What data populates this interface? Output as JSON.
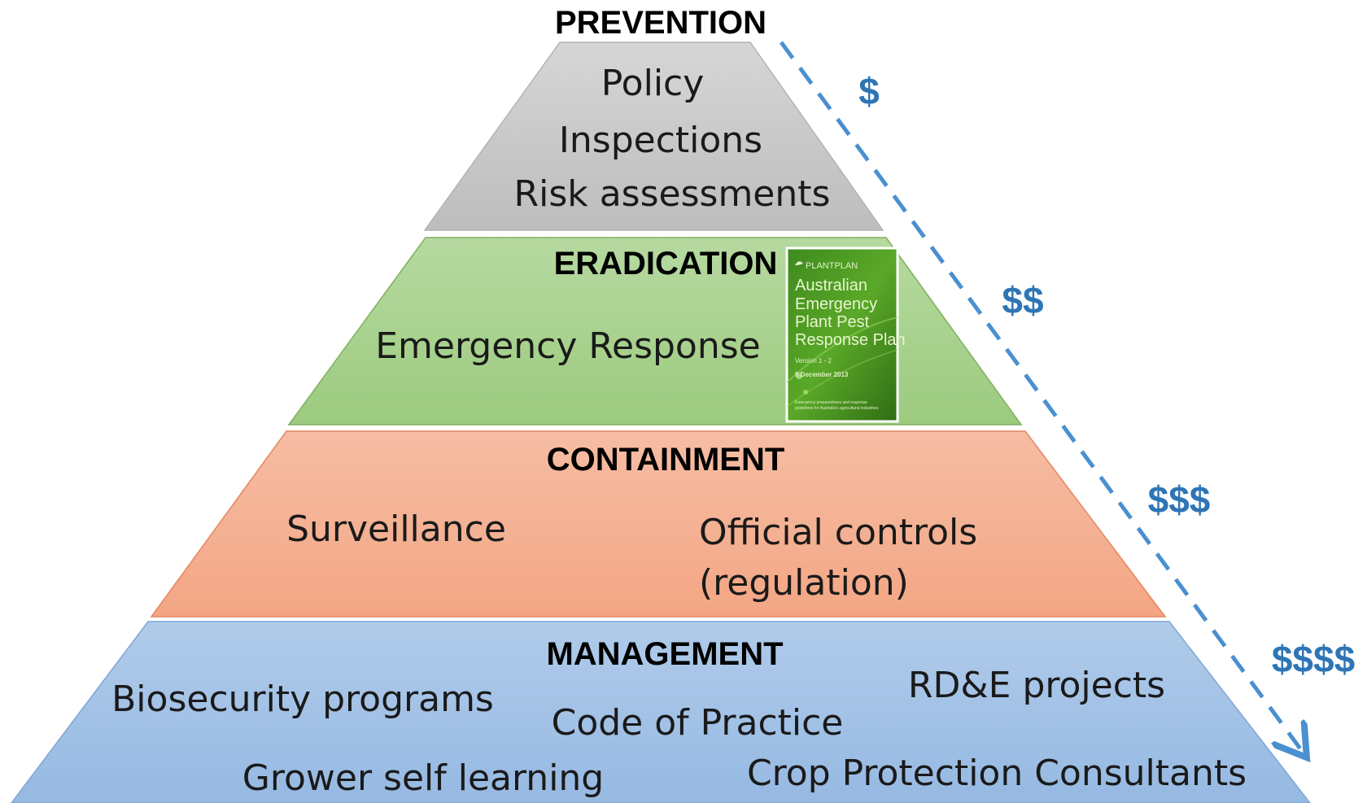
{
  "colors": {
    "prevention_fill": "#c8c8c8",
    "eradication_fill": "#a8d18d",
    "containment_fill": "#f4b296",
    "management_fill": "#a4c2e6",
    "arrow": "#4a90d0",
    "cost_text": "#2e75b6"
  },
  "tiers": {
    "prevention": {
      "heading": "PREVENTION",
      "items": [
        "Policy",
        "Inspections",
        "Risk assessments"
      ]
    },
    "eradication": {
      "heading": "ERADICATION",
      "items": [
        "Emergency Response"
      ],
      "cover": {
        "brand": "PLANTPLAN",
        "title_lines": [
          "Australian",
          "Emergency",
          "Plant Pest",
          "Response Plan"
        ],
        "version": "Version 1 - 2",
        "date": "5 December 2013",
        "caption_lines": [
          "Emergency preparedness and response",
          "guidelines for Australia's agricultural industries"
        ]
      }
    },
    "containment": {
      "heading": "CONTAINMENT",
      "items": [
        "Surveillance",
        "Official controls",
        "(regulation)"
      ]
    },
    "management": {
      "heading": "MANAGEMENT",
      "items": [
        "Biosecurity programs",
        "Code of Practice",
        "RD&E projects",
        "Grower self learning",
        "Crop Protection Consultants"
      ]
    }
  },
  "cost_scale": {
    "labels": [
      "$",
      "$$",
      "$$$",
      "$$$$"
    ],
    "arrow_icon": "dashed-arrow-down-right"
  }
}
